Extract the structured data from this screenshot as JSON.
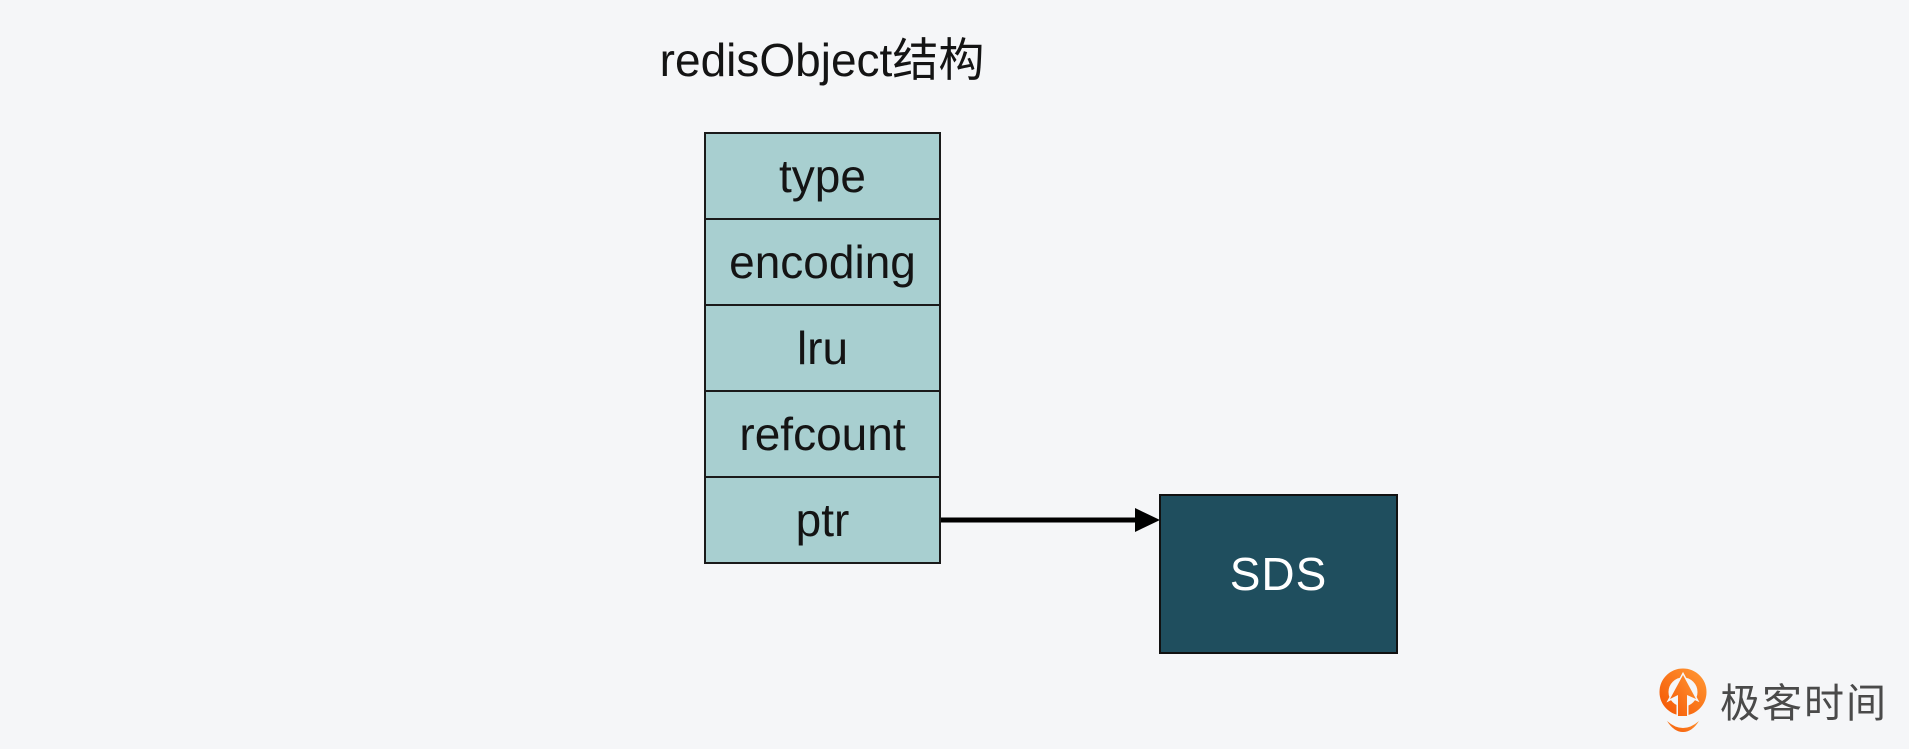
{
  "page": {
    "background_color": "#f5f6f8"
  },
  "diagram": {
    "title": "redisObject结构",
    "struct_box": {
      "fields": [
        "type",
        "encoding",
        "lru",
        "refcount",
        "ptr"
      ],
      "fill_color": "#a8cfd0",
      "border_color": "#1a1a1a",
      "text_color": "#141414"
    },
    "pointer_arrow": {
      "from_field": "ptr",
      "to_block": "SDS",
      "color": "#000000"
    },
    "sds_block": {
      "label": "SDS",
      "fill_color": "#1f4e5e",
      "border_color": "#111111",
      "text_color": "#ffffff"
    }
  },
  "brand": {
    "name": "极客时间",
    "icon": "geektime-logo-icon",
    "icon_color_top": "#ff9431",
    "icon_color_bottom": "#f55a07",
    "text_color": "#4a4a4a"
  }
}
